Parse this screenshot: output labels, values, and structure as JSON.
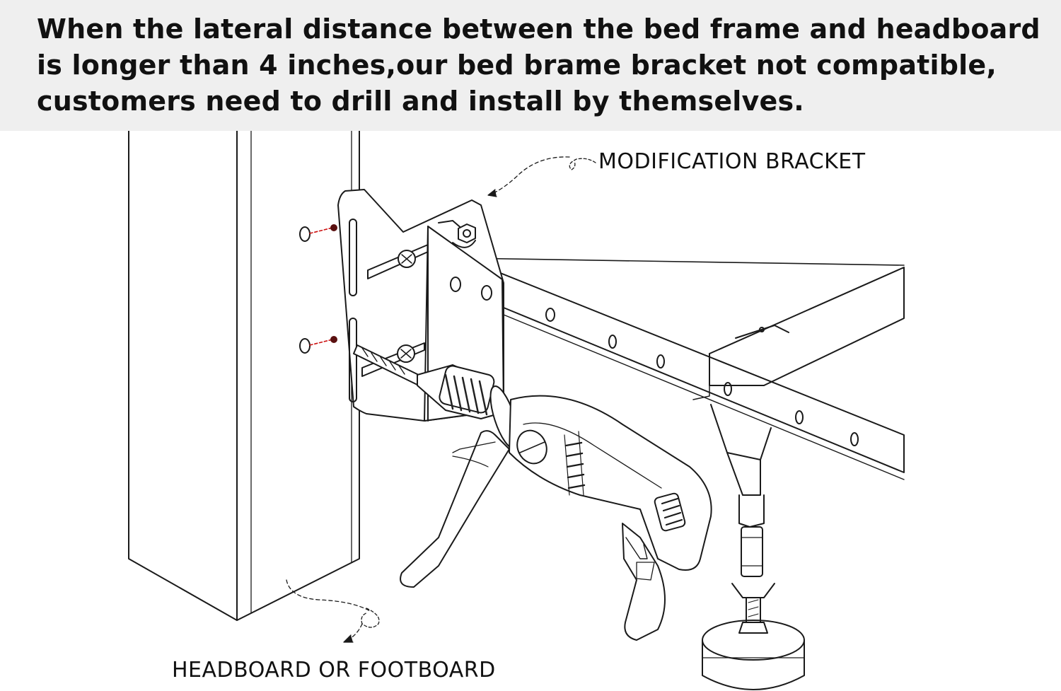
{
  "banner": {
    "lines": [
      "When the lateral distance between the bed frame and headboard",
      "is longer than 4 inches,our bed brame bracket not compatible,",
      "customers need to drill and install by themselves."
    ]
  },
  "callouts": {
    "bracket": "MODIFICATION BRACKET",
    "board": "HEADBOARD OR FOOTBOARD"
  },
  "colors": {
    "banner_bg": "#efefef",
    "line": "#1a1a1a",
    "pilot_mark": "#cc1111"
  },
  "icons": [
    "drill-icon",
    "screw-icon",
    "hex-nut-icon",
    "drill-bit-icon"
  ]
}
